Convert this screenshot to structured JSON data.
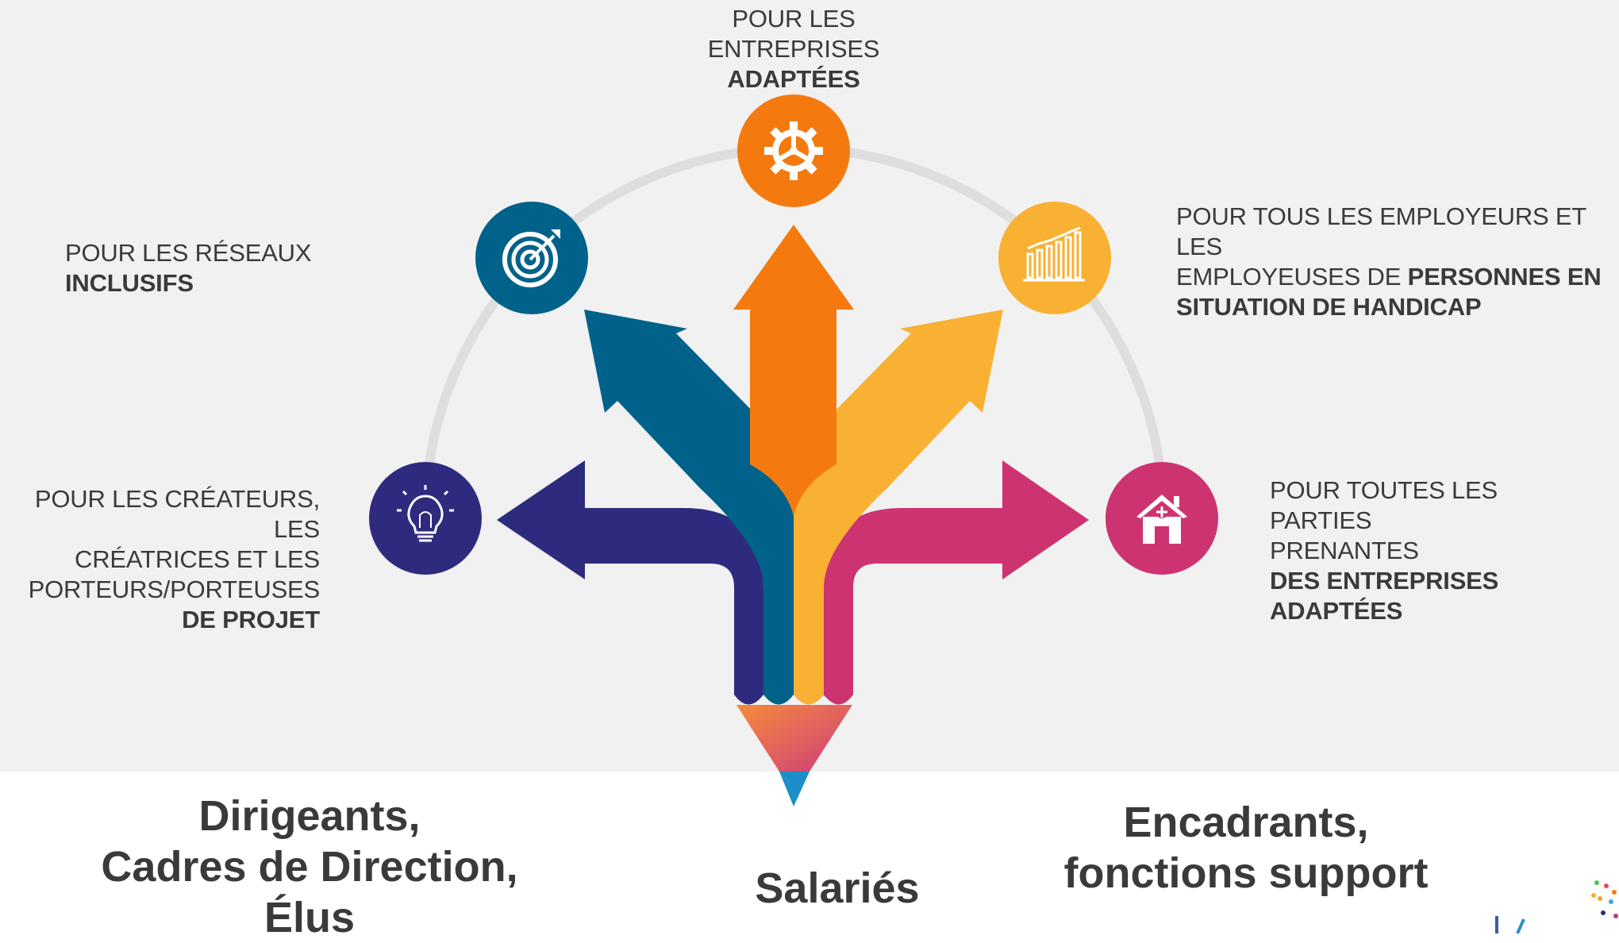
{
  "branches": {
    "adapted": {
      "line1": "POUR LES ENTREPRISES",
      "bold": "ADAPTÉES",
      "icon": "gear-icon",
      "color": "#f47a0f"
    },
    "networks": {
      "text": "POUR LES RÉSEAUX ",
      "bold": "INCLUSIFS",
      "icon": "target-icon",
      "color": "#00628a"
    },
    "employers": {
      "line1": "POUR TOUS LES EMPLOYEURS ET LES",
      "line2": "EMPLOYEUSES DE ",
      "bold2": "PERSONNES EN",
      "bold3": "SITUATION DE HANDICAP",
      "icon": "bar-chart-icon",
      "color": "#f8b133"
    },
    "creators": {
      "line1": "POUR LES CRÉATEURS, LES",
      "line2": "CRÉATRICES ET LES",
      "line3": "PORTEURS/PORTEUSES",
      "bold": "DE PROJET",
      "icon": "lightbulb-icon",
      "color": "#2e2b7f"
    },
    "stakeholders": {
      "line1": "POUR TOUTES LES PARTIES",
      "line2": "PRENANTES",
      "bold": "DES ENTREPRISES ADAPTÉES",
      "icon": "house-icon",
      "color": "#cd3371"
    }
  },
  "audiences": {
    "directors": {
      "line1": "Dirigeants,",
      "line2": "Cadres de Direction,",
      "line3": "Élus"
    },
    "employees": {
      "line1": "Salariés"
    },
    "supervisors": {
      "line1": "Encadrants,",
      "line2": "fonctions support"
    }
  }
}
